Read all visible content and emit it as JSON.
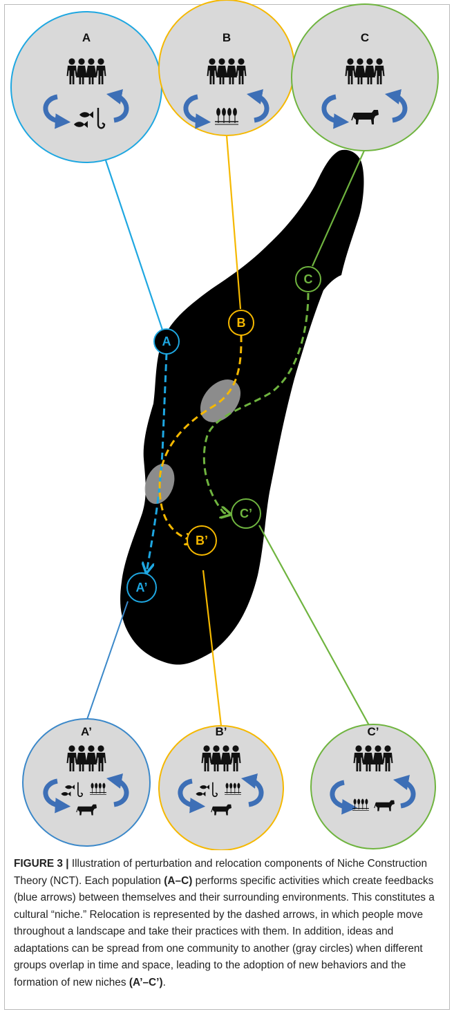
{
  "bubbles": {
    "a": {
      "label": "A",
      "activities": [
        "fish-hook-icon"
      ]
    },
    "b": {
      "label": "B",
      "activities": [
        "wheat-icon"
      ]
    },
    "c": {
      "label": "C",
      "activities": [
        "cow-icon"
      ]
    },
    "a2": {
      "label": "A’",
      "activities": [
        "fish-hook-icon",
        "wheat-icon",
        "cow-icon"
      ]
    },
    "b2": {
      "label": "B’",
      "activities": [
        "fish-hook-icon",
        "wheat-icon",
        "cow-icon"
      ]
    },
    "c2": {
      "label": "C’",
      "activities": [
        "wheat-icon",
        "cow-icon"
      ]
    }
  },
  "nodes": {
    "a": "A",
    "b": "B",
    "c": "C",
    "a2": "A’",
    "b2": "B’",
    "c2": "C’"
  },
  "colors": {
    "blue": "#1ea7e1",
    "yellow": "#f5b800",
    "green": "#6fb43f",
    "feedback_arrow": "#3d6fb6",
    "bubble_fill": "#d9d9d9",
    "overlap": "#9b9b9b",
    "landmass": "#000000"
  },
  "caption": {
    "figure_label": "FIGURE 3 |",
    "text_1": " Illustration of perturbation and relocation components of Niche Construction Theory (NCT). Each population ",
    "bold_1": "(A–C)",
    "text_2": " performs specific activities which create feedbacks (blue arrows) between themselves and their surrounding environments. This constitutes a cultural “niche.” Relocation is represented by the dashed arrows, in which people move throughout a landscape and take their practices with them. In addition, ideas and adaptations can be spread from one community to another (gray circles) when different groups overlap in time and space, leading to the adoption of new behaviors and the formation of new niches ",
    "bold_2": "(A’–C’)",
    "text_3": "."
  }
}
